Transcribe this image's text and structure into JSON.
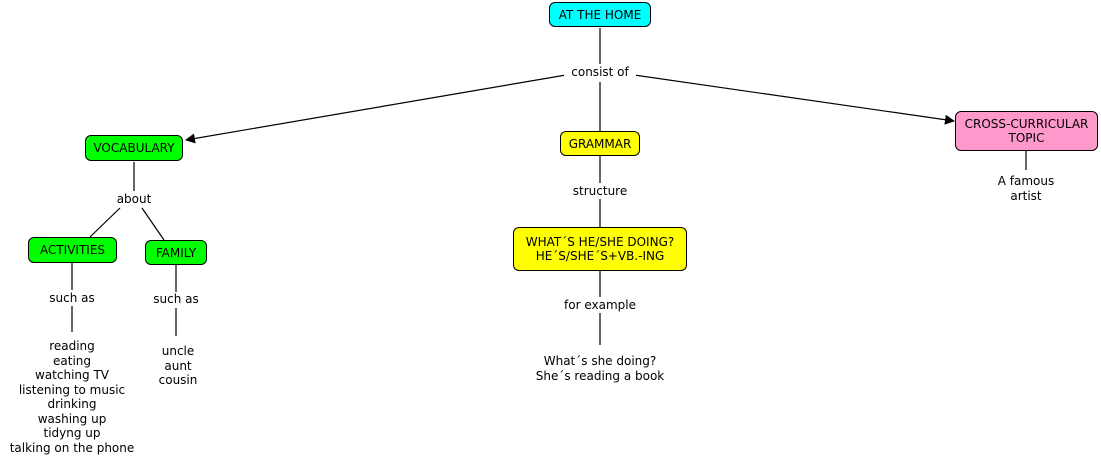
{
  "colors": {
    "cyan": "#00ffff",
    "green": "#00ff00",
    "yellow": "#ffff00",
    "pink": "#ff99cc",
    "line": "#000000"
  },
  "nodes": {
    "root": "AT THE HOME",
    "vocabulary": "VOCABULARY",
    "grammar": "GRAMMAR",
    "cross_curricular": "CROSS-CURRICULAR\nTOPIC",
    "activities": "ACTIVITIES",
    "family": "FAMILY",
    "grammar_structure": "WHAT´S HE/SHE DOING?\nHE´S/SHE´S+VB.-ING"
  },
  "links": {
    "consist_of": "consist of",
    "about": "about",
    "activities_such_as": "such as",
    "family_such_as": "such as",
    "structure": "structure",
    "for_example": "for example"
  },
  "leaves": {
    "activities_list": "reading\neating\nwatching TV\nlistening to music\ndrinking\nwashing up\ntidyng up\ntalking on the phone",
    "family_list": "uncle\naunt\ncousin",
    "example_sentence": "What´s she doing?\nShe´s reading a book",
    "artist": "A famous\nartist"
  }
}
